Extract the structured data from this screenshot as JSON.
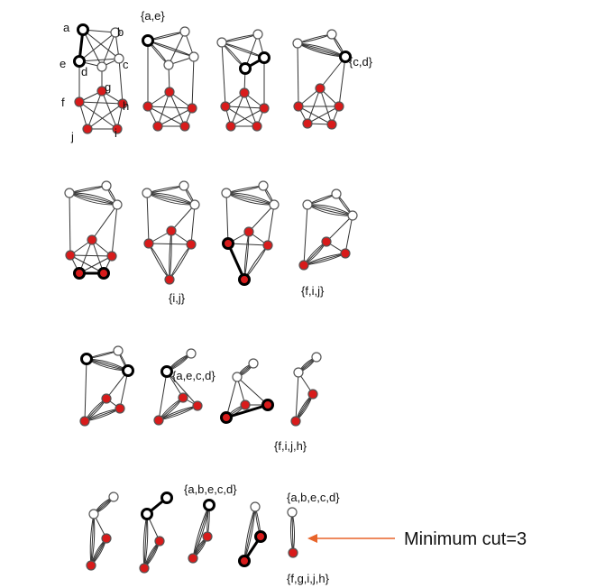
{
  "node_labels": [
    "a",
    "b",
    "c",
    "d",
    "e",
    "f",
    "g",
    "h",
    "i",
    "j"
  ],
  "set_labels": [
    "{a,e}",
    "{c,d}",
    "{i,j}",
    "{f,i,j}",
    "{a,e,c,d}",
    "{f,i,j,h}",
    "{a,b,e,c,d}",
    "{a,b,e,c,d}",
    "{f,g,i,j,h}"
  ],
  "result_text": "Minimum cut=3",
  "colors": {
    "node_red": "#d81b1b",
    "node_white": "#ffffff",
    "edge": "#333333",
    "arrow": "#e8642a"
  }
}
